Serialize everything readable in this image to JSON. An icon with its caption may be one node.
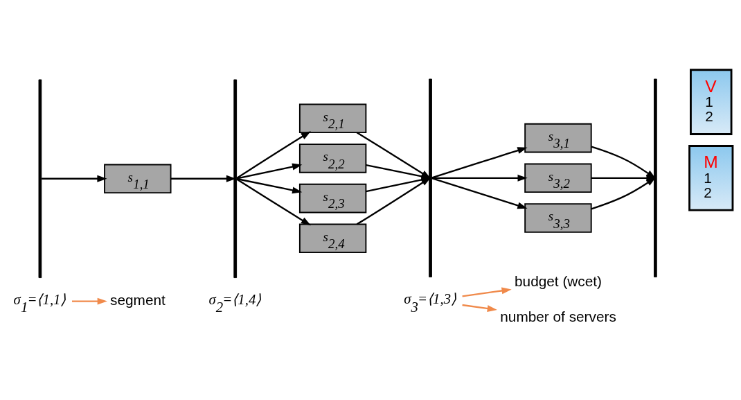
{
  "diagram": {
    "nodes": [
      {
        "text": [
          "segment"
        ]
      },
      {
        "text": [
          "budget (wcet)"
        ]
      },
      {
        "text": [
          "number of servers"
        ]
      },
      {
        "text": [
          "σ$_{1}$=⟨1,1⟩"
        ]
      },
      {
        "text": [
          "σ$_{2}$=⟨1,4⟩"
        ]
      },
      {
        "text": [
          "σ$_{3}$=⟨1,3⟩"
        ]
      },
      {
        "text": [],
        "shape": "bar"
      },
      {
        "text": [],
        "shape": "bar"
      },
      {
        "text": [],
        "shape": "bar"
      },
      {
        "text": [],
        "shape": "bar"
      },
      {
        "text": [
          "s$_{1,1}$"
        ]
      },
      {
        "text": [
          "s$_{2,1}$"
        ]
      },
      {
        "text": [
          "s$_{2,2}$"
        ]
      },
      {
        "text": [
          "s$_{2,3}$"
        ]
      },
      {
        "text": [
          "s$_{2,4}$"
        ]
      },
      {
        "text": [
          "s$_{3,1}$"
        ]
      },
      {
        "text": [
          "s$_{3,2}$"
        ]
      },
      {
        "text": [
          "s$_{3,3}$"
        ]
      },
      {
        "text": [
          "M",
          "1",
          "2"
        ]
      },
      {
        "text": [
          "V",
          "1",
          "2"
        ]
      }
    ],
    "edges": [
      {
        "from": 3,
        "to": 0,
        "arrow": "to",
        "color": "#f08a4b"
      },
      {
        "from": 5,
        "to": 1,
        "arrow": "to",
        "color": "#f08a4b"
      },
      {
        "from": 5,
        "to": 2,
        "arrow": "to",
        "color": "#f08a4b"
      },
      {
        "from": 6,
        "to": 10,
        "arrow": "to"
      },
      {
        "from": 10,
        "to": 7,
        "arrow": "to"
      },
      {
        "from": 7,
        "to": 11,
        "arrow": "to"
      },
      {
        "from": 7,
        "to": 12,
        "arrow": "to"
      },
      {
        "from": 7,
        "to": 13,
        "arrow": "to"
      },
      {
        "from": 7,
        "to": 14,
        "arrow": "to"
      },
      {
        "from": 11,
        "to": 8,
        "arrow": "to"
      },
      {
        "from": 12,
        "to": 8,
        "arrow": "to"
      },
      {
        "from": 13,
        "to": 8,
        "arrow": "to"
      },
      {
        "from": 14,
        "to": 8,
        "arrow": "to"
      },
      {
        "from": 8,
        "to": 15,
        "arrow": "to"
      },
      {
        "from": 8,
        "to": 16,
        "arrow": "to"
      },
      {
        "from": 8,
        "to": 17,
        "arrow": "to"
      },
      {
        "from": 15,
        "to": 9,
        "arrow": "to"
      },
      {
        "from": 16,
        "to": 9,
        "arrow": "to"
      },
      {
        "from": 17,
        "to": 9,
        "arrow": "to"
      }
    ]
  }
}
